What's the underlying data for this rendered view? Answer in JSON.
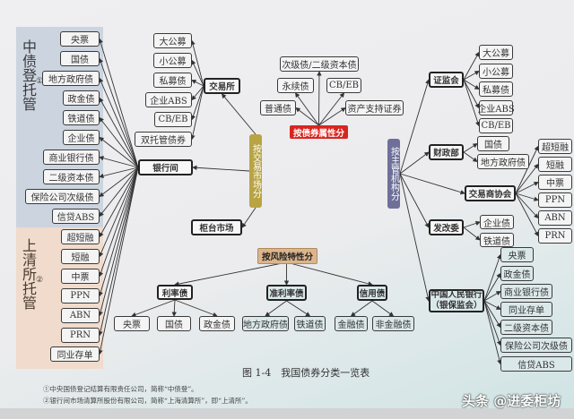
{
  "custody": {
    "cdc": {
      "label": "中债登",
      "mark": "①",
      "suffix": "托管"
    },
    "shclearing": {
      "label": "上清所",
      "mark": "②",
      "suffix": "托管"
    }
  },
  "by_market": {
    "title": "按交易市场分",
    "interbank": {
      "label": "银行间",
      "children": [
        "央票",
        "国债",
        "地方政府债",
        "政金债",
        "铁道债",
        "企业债",
        "商业银行债",
        "二级资本债",
        "保险公司次级债",
        "信贷ABS",
        "超短融",
        "短融",
        "中票",
        "PPN",
        "ABN",
        "PRN",
        "同业存单"
      ]
    },
    "exchange": {
      "label": "交易所",
      "children": [
        "大公募",
        "小公募",
        "私募债",
        "企业ABS",
        "CB/EB",
        "双托管债券"
      ]
    },
    "otc": {
      "label": "柜台市场"
    }
  },
  "by_attribute": {
    "title": "按债券属性分",
    "children": [
      "次级债/二级资本债",
      "永续债",
      "CB/EB",
      "普通债",
      "资产支持证券"
    ]
  },
  "by_regulator": {
    "title": "按主管机构分",
    "csrc": {
      "label": "证监会",
      "children": [
        "大公募",
        "小公募",
        "私募债",
        "企业ABS",
        "CB/EB"
      ]
    },
    "mof": {
      "label": "财政部",
      "children": [
        "国债",
        "地方政府债"
      ]
    },
    "nafmii": {
      "label": "交易商协会",
      "children": [
        "超短融",
        "短融",
        "中票",
        "PPN",
        "ABN",
        "PRN"
      ]
    },
    "ndrc": {
      "label": "发改委",
      "children": [
        "企业债",
        "铁道债"
      ]
    },
    "pboc": {
      "label": "中国人民银行",
      "sub": "（银保监会）",
      "children": [
        "央票",
        "政金债",
        "商业银行债",
        "同业存单",
        "二级资本债",
        "保险公司次级债",
        "信贷ABS"
      ]
    }
  },
  "by_risk": {
    "title": "按风险特性分",
    "rate": {
      "label": "利率债",
      "children": [
        "央票",
        "国债",
        "政金债"
      ]
    },
    "quasi": {
      "label": "准利率债",
      "children": [
        "地方政府债",
        "铁道债"
      ]
    },
    "credit": {
      "label": "信用债",
      "children": [
        "金融债",
        "非金融债"
      ]
    }
  },
  "caption": "图 1-4　我国债券分类一览表",
  "footnotes": [
    "①中央国债登记结算有限责任公司，简称“中债登”。",
    "②银行间市场清算所股份有限公司，简称“上海清算所”，即“上清所”。"
  ],
  "watermark": "头条 @进委柜坊",
  "colors": {
    "market_root": "#b9a443",
    "attribute_root": "#d8251f",
    "regulator_root": "#6f7099",
    "risk_root": "#dcb58c",
    "cdc_panel": "#cbd4df",
    "shclearing_panel": "#f0dbcc"
  }
}
